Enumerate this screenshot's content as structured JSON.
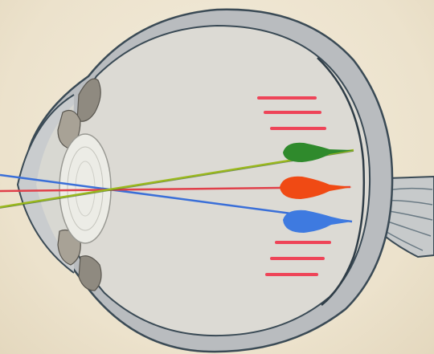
{
  "diagram": {
    "subject": "eye-cross-section-chromatic-focus",
    "colors": {
      "background": "#efe6d2",
      "sclera": "#b9bcbf",
      "sclera_outline": "#3a4a55",
      "vitreous": "#dcdad4",
      "lens": "#ecece6",
      "lens_outline": "#9a9a94",
      "ciliary": "#8f8a80",
      "optic_nerve": "#c7cacb",
      "ray_green": "#9ab81c",
      "ray_red": "#e0404a",
      "ray_blue": "#3a6fd8",
      "focus_green": "#2f8a2c",
      "focus_red": "#f04a14",
      "focus_blue": "#3e7ae0",
      "stripe_red": "#ee4458"
    },
    "rays": [
      {
        "color_name": "green"
      },
      {
        "color_name": "red"
      },
      {
        "color_name": "blue"
      }
    ]
  }
}
